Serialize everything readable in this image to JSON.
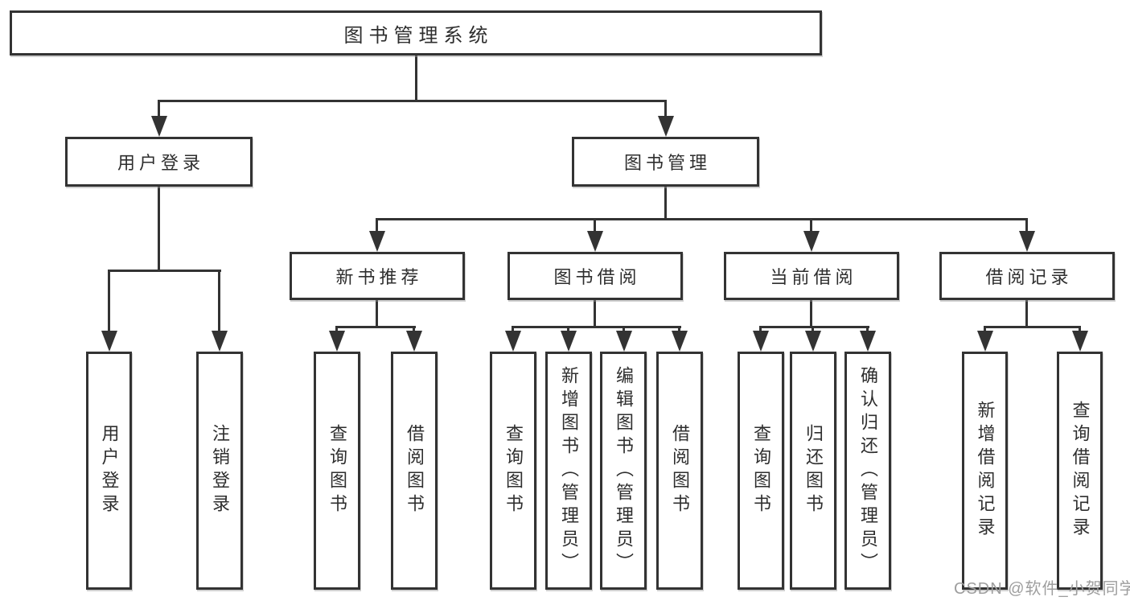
{
  "tree": {
    "root": {
      "label": "图书管理系统"
    },
    "branches": [
      {
        "label": "用户登录",
        "children": [
          {
            "label": "用户登录"
          },
          {
            "label": "注销登录"
          }
        ]
      },
      {
        "label": "图书管理",
        "children": [
          {
            "label": "新书推荐",
            "children": [
              {
                "label": "查询图书"
              },
              {
                "label": "借阅图书"
              }
            ]
          },
          {
            "label": "图书借阅",
            "children": [
              {
                "label": "查询图书"
              },
              {
                "label": "新增图书（管理员）"
              },
              {
                "label": "编辑图书（管理员）"
              },
              {
                "label": "借阅图书"
              }
            ]
          },
          {
            "label": "当前借阅",
            "children": [
              {
                "label": "查询图书"
              },
              {
                "label": "归还图书"
              },
              {
                "label": "确认归还（管理员）"
              }
            ]
          },
          {
            "label": "借阅记录",
            "children": [
              {
                "label": "新增借阅记录"
              },
              {
                "label": "查询借阅记录"
              }
            ]
          }
        ]
      }
    ]
  },
  "watermark": {
    "text": "CSDN @软件_小贺同学"
  },
  "colors": {
    "line": "#333333",
    "box_border": "#333333",
    "text": "#2e2e2e",
    "watermark": "#9e9e9e",
    "background": "#ffffff"
  }
}
